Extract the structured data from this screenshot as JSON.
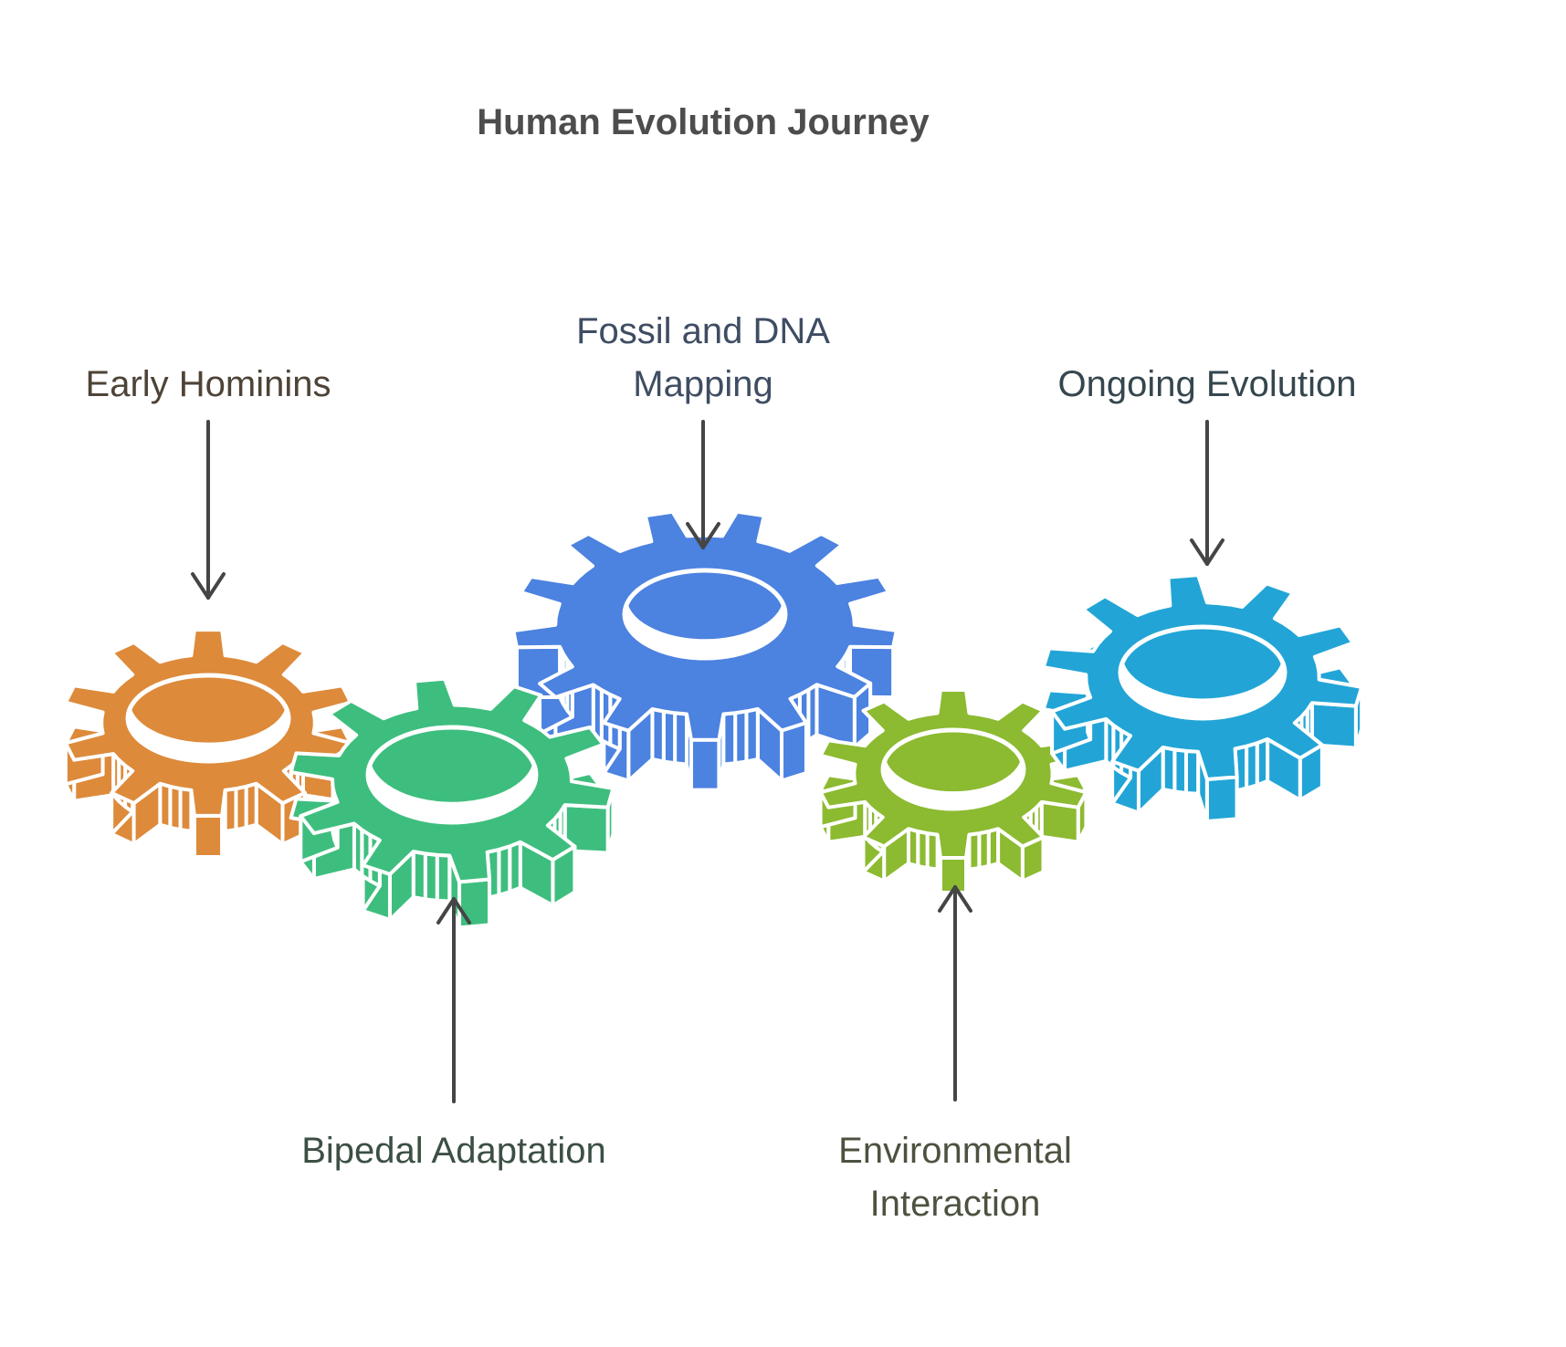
{
  "title": {
    "text": "Human Evolution Journey",
    "color": "#4d4d4d"
  },
  "canvas": {
    "background": "#ffffff",
    "arrow_color": "#454545",
    "gear_outline_color": "#ffffff"
  },
  "steps": [
    {
      "label_lines": [
        "Early Hominins"
      ],
      "label_color": "#4e4337",
      "gear_color": "#dd8a3b",
      "arrow_direction": "down"
    },
    {
      "label_lines": [
        "Bipedal Adaptation"
      ],
      "label_color": "#3c4f44",
      "gear_color": "#3ebe7e",
      "arrow_direction": "up"
    },
    {
      "label_lines": [
        "Fossil and DNA",
        "Mapping"
      ],
      "label_color": "#3f4d63",
      "gear_color": "#4c82e0",
      "arrow_direction": "down"
    },
    {
      "label_lines": [
        "Environmental",
        "Interaction"
      ],
      "label_color": "#4c5240",
      "gear_color": "#8cba31",
      "arrow_direction": "up"
    },
    {
      "label_lines": [
        "Ongoing Evolution"
      ],
      "label_color": "#35464e",
      "gear_color": "#22a5d6",
      "arrow_direction": "down"
    }
  ]
}
